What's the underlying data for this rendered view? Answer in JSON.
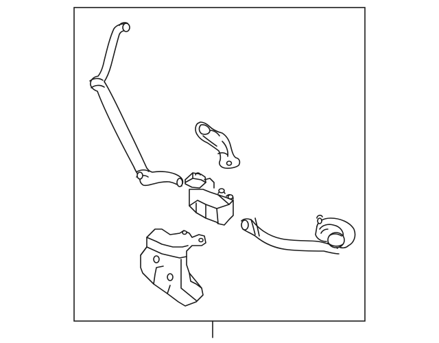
{
  "diagram": {
    "type": "exploded-parts-diagram",
    "parts": [
      {
        "name": "long-vacuum-hose",
        "kind": "hose"
      },
      {
        "name": "upper-bracket-hose",
        "kind": "hose"
      },
      {
        "name": "purge-solenoid-valve",
        "kind": "valve"
      },
      {
        "name": "mounting-bracket",
        "kind": "bracket"
      },
      {
        "name": "lower-hose-with-clamps",
        "kind": "hose"
      }
    ],
    "colors": {
      "stroke": "#1a1a1a",
      "background": "#ffffff"
    }
  }
}
